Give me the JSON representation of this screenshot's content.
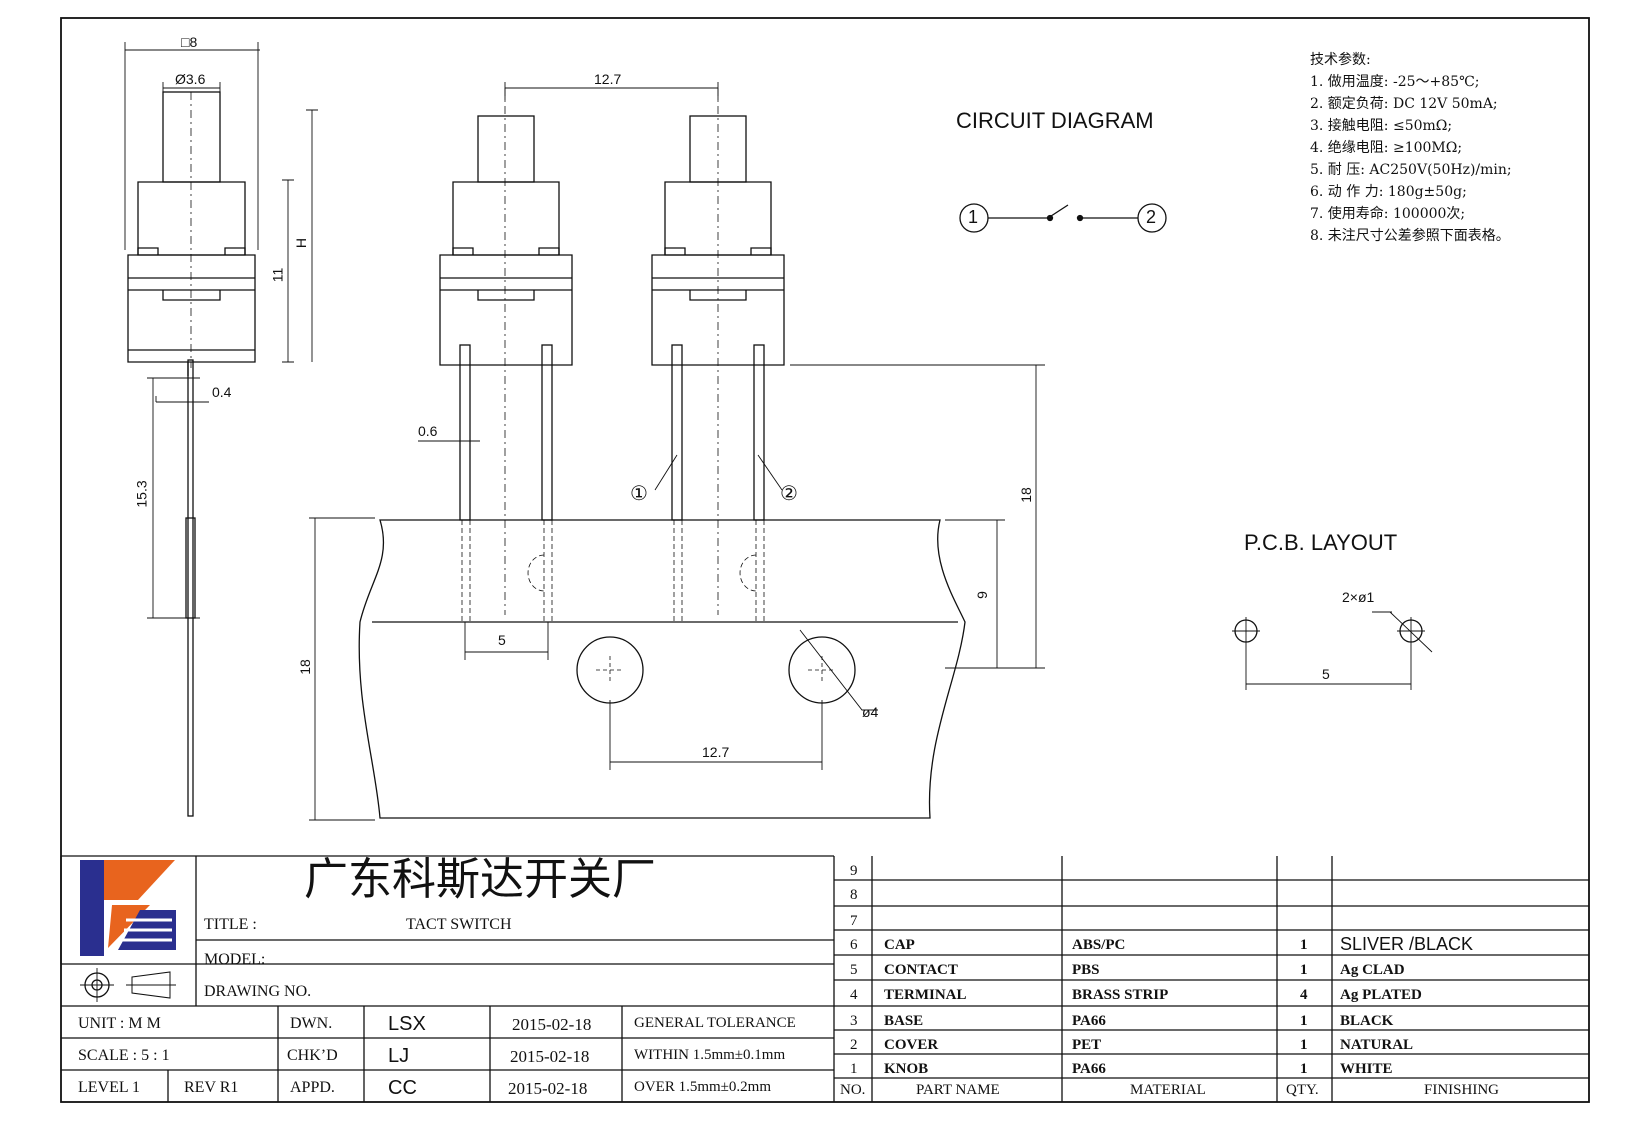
{
  "drawing": {
    "circuit_title": "CIRCUIT DIAGRAM",
    "circuit_pin_1": "1",
    "circuit_pin_2": "2",
    "pcb_title": "P.C.B. LAYOUT",
    "pcb_hole": "2×ø1",
    "pcb_pitch": "5",
    "dims": {
      "square8": "□8",
      "dia36": "Ø3.6",
      "h": "H",
      "d11": "11",
      "d04": "0.4",
      "d153": "15.3",
      "d127_top": "12.7",
      "d06": "0.6",
      "d5": "5",
      "d18_right": "18",
      "d9": "9",
      "d18_left": "18",
      "d4": "ø4",
      "d127_bottom": "12.7",
      "lead_1": "①",
      "lead_2": "②"
    }
  },
  "specs": {
    "title": "技术参数:",
    "items": [
      "1. 做用温度: -25～+85℃;",
      "2. 额定负荷: DC 12V 50mA;",
      "3. 接触电阻: ≤50mΩ;",
      "4. 绝缘电阻: ≥100MΩ;",
      "5. 耐    压: AC250V(50Hz)/min;",
      "6. 动 作 力: 180g±50g;",
      "7. 使用寿命: 100000次;",
      "8. 未注尺寸公差参照下面表格。"
    ]
  },
  "title_block": {
    "company": "广东科斯达开关厂",
    "title_label": "TITLE :",
    "title_value": "TACT SWITCH",
    "model_label": "MODEL:",
    "drawing_no_label": "DRAWING NO.",
    "unit": "UNIT   :   M M",
    "scale": "SCALE  :  5 : 1",
    "level": "LEVEL 1",
    "rev": "REV  R1",
    "dwn": "DWN.",
    "chkd": "CHK’D",
    "appd": "APPD.",
    "dwn_by": "LSX",
    "chk_by": "LJ",
    "app_by": "CC",
    "date1": "2015-02-18",
    "date2": "2015-02-18",
    "date3": "2015-02-18",
    "tol_title": "GENERAL TOLERANCE",
    "tol_within": "WITHIN 1.5mm±0.1mm",
    "tol_over": "OVER   1.5mm±0.2mm"
  },
  "bom": {
    "headers": {
      "no": "NO.",
      "part": "PART  NAME",
      "material": "MATERIAL",
      "qty": "QTY.",
      "finish": "FINISHING"
    },
    "rows": [
      {
        "no": "9",
        "part": "",
        "material": "",
        "qty": "",
        "finish": ""
      },
      {
        "no": "8",
        "part": "",
        "material": "",
        "qty": "",
        "finish": ""
      },
      {
        "no": "7",
        "part": "",
        "material": "",
        "qty": "",
        "finish": ""
      },
      {
        "no": "6",
        "part": "CAP",
        "material": "ABS/PC",
        "qty": "1",
        "finish": "SLIVER /BLACK"
      },
      {
        "no": "5",
        "part": "CONTACT",
        "material": "PBS",
        "qty": "1",
        "finish": "Ag CLAD"
      },
      {
        "no": "4",
        "part": "TERMINAL",
        "material": "BRASS STRIP",
        "qty": "4",
        "finish": "Ag PLATED"
      },
      {
        "no": "3",
        "part": "BASE",
        "material": "PA66",
        "qty": "1",
        "finish": "BLACK"
      },
      {
        "no": "2",
        "part": "COVER",
        "material": "PET",
        "qty": "1",
        "finish": "NATURAL"
      },
      {
        "no": "1",
        "part": "KNOB",
        "material": "PA66",
        "qty": "1",
        "finish": "WHITE"
      }
    ]
  },
  "colors": {
    "logo_blue": "#2a2f8f",
    "logo_orange": "#e8641e",
    "line": "#111111"
  }
}
